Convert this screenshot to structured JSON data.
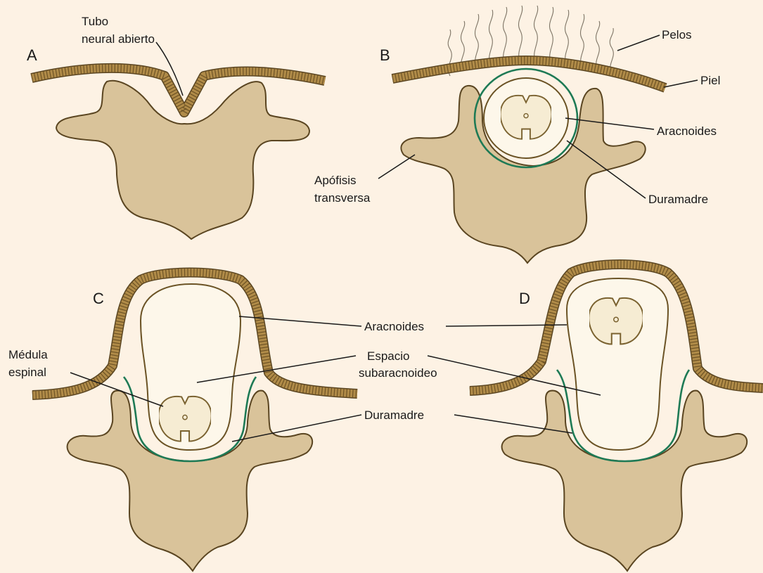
{
  "figure": {
    "panels": {
      "a": "A",
      "b": "B",
      "c": "C",
      "d": "D"
    },
    "labels": {
      "tubo_line1": "Tubo",
      "tubo_line2": "neural abierto",
      "pelos": "Pelos",
      "piel": "Piel",
      "aracnoides_b": "Aracnoides",
      "apofisis_line1": "Apófisis",
      "apofisis_line2": "transversa",
      "duramadre_b": "Duramadre",
      "aracnoides_cd": "Aracnoides",
      "medula_line1": "Médula",
      "medula_line2": "espinal",
      "espacio_line1": "Espacio",
      "espacio_line2": "subaracnoideo",
      "duramadre_cd": "Duramadre"
    },
    "colors": {
      "background": "#fdf2e4",
      "bone": "#d9c39a",
      "skin": "#b08b48",
      "dura": "#1e7a55",
      "spinal_cord": "#f6ecd3"
    }
  }
}
